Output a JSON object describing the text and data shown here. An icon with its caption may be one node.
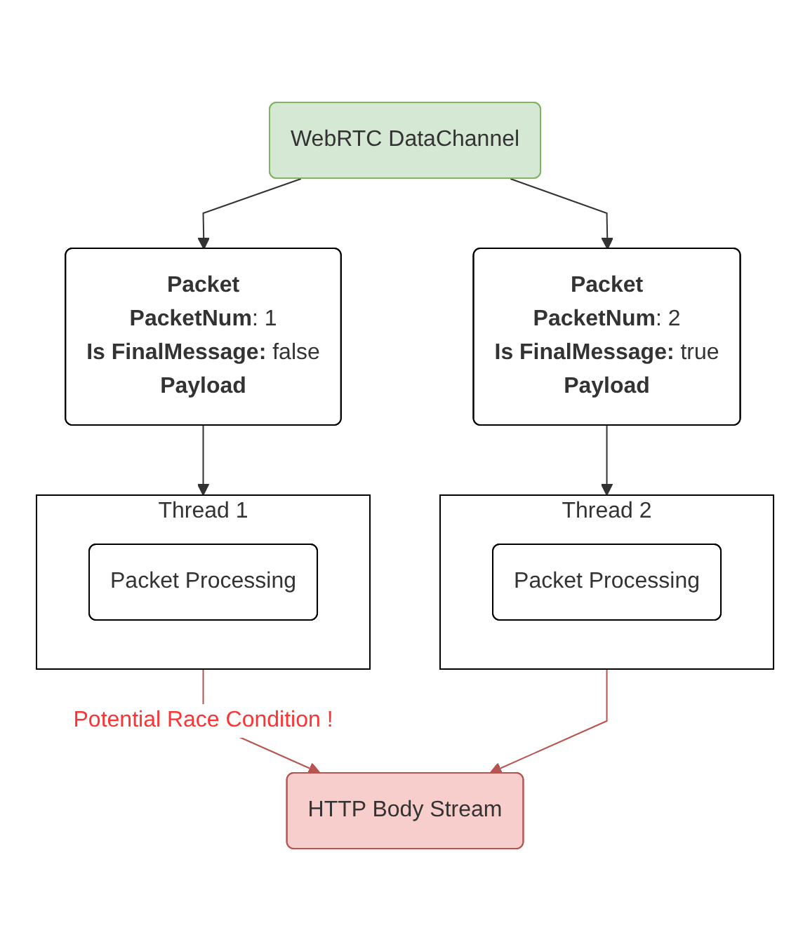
{
  "diagram": {
    "nodes": [
      {
        "text": [
          "WebRTC DataChannel"
        ]
      },
      {
        "text": [
          "Packet",
          "**PacketNum**: 1",
          "**Is FinalMessage:** false",
          "**Payload**"
        ]
      },
      {
        "text": [
          "Packet",
          "**PacketNum**: 2",
          "**Is FinalMessage:** true",
          "**Payload**"
        ]
      },
      {
        "text": [
          "Thread 1"
        ]
      },
      {
        "text": [
          "Packet Processing"
        ],
        "in": 3
      },
      {
        "text": [
          "Thread 2"
        ]
      },
      {
        "text": [
          "Packet Processing"
        ],
        "in": 5
      },
      {
        "text": [
          "HTTP Body Stream"
        ]
      }
    ],
    "edges": [
      {
        "from": 0,
        "to": 1,
        "arrow": "to"
      },
      {
        "from": 0,
        "to": 2,
        "arrow": "to"
      },
      {
        "from": 1,
        "to": 3,
        "arrow": "to"
      },
      {
        "from": 2,
        "to": 5,
        "arrow": "to"
      },
      {
        "from": 3,
        "to": 7,
        "arrow": "to",
        "label": "Potential Race Condition !",
        "color": "#b85450"
      },
      {
        "from": 5,
        "to": 7,
        "arrow": "to",
        "color": "#b85450"
      }
    ]
  }
}
